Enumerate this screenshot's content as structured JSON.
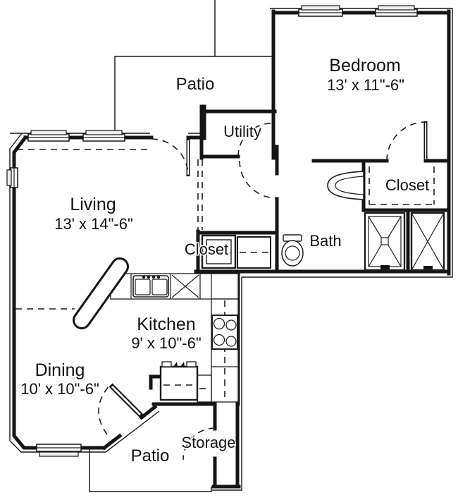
{
  "plan": {
    "rooms": [
      {
        "id": "patio-top",
        "label": "Patio"
      },
      {
        "id": "bedroom",
        "label": "Bedroom",
        "dims": "13' x 11\"-6\""
      },
      {
        "id": "utility",
        "label": "Utility"
      },
      {
        "id": "living",
        "label": "Living",
        "dims": "13' x 14\"-6\""
      },
      {
        "id": "closet-hall",
        "label": "Closet"
      },
      {
        "id": "bath",
        "label": "Bath"
      },
      {
        "id": "closet-bedroom",
        "label": "Closet"
      },
      {
        "id": "kitchen",
        "label": "Kitchen",
        "dims": "9' x 10\"-6\""
      },
      {
        "id": "dining",
        "label": "Dining",
        "dims": "10' x 10\"-6\""
      },
      {
        "id": "storage",
        "label": "Storage"
      },
      {
        "id": "patio-bottom",
        "label": "Patio"
      }
    ],
    "fixtures": [
      "toilet",
      "pedestal-sink",
      "shower",
      "mechanical-closet",
      "washer",
      "dryer",
      "double-sink",
      "dishwasher",
      "range",
      "refrigerator",
      "bar-counter"
    ],
    "colors": {
      "wall": "#151515",
      "background": "#ffffff"
    }
  }
}
